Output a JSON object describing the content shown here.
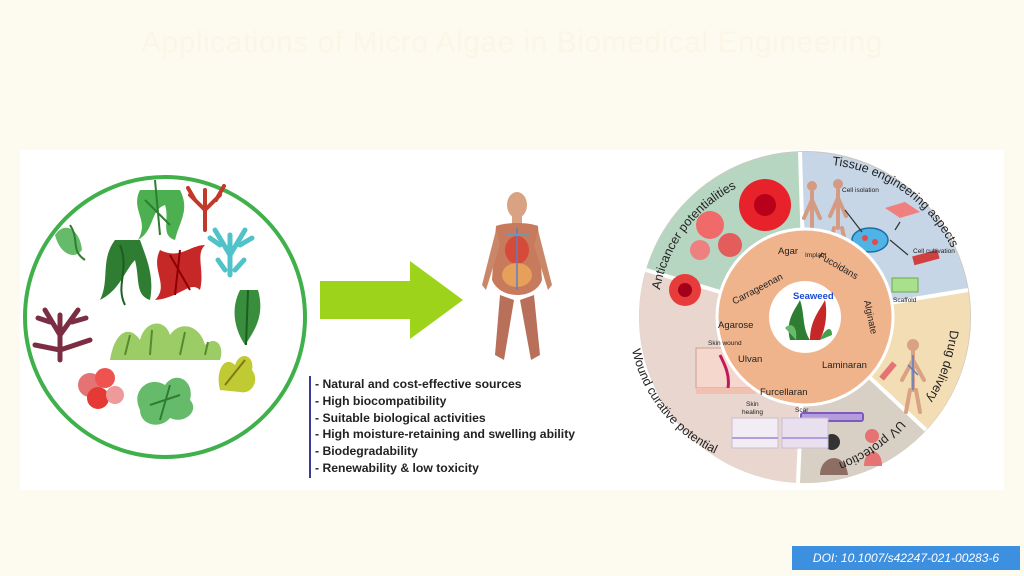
{
  "slide": {
    "title": "Applications of Micro Algae in Biomedical Engineering",
    "doi": "DOI: 10.1007/s42247-021-00283-6"
  },
  "properties": [
    "- Natural and cost-effective sources",
    "- High biocompatibility",
    "- Suitable biological activities",
    "- High moisture-retaining and swelling ability",
    "- Biodegradability",
    "- Renewability & low toxicity"
  ],
  "wheel": {
    "center_label": "Seaweed",
    "polysaccharides": {
      "agar": "Agar",
      "fucoidans": "Fucoidans",
      "carrageenan": "Carrageenan",
      "alginate": "Alginate",
      "agarose": "Agarose",
      "ulvan": "Ulvan",
      "laminaran": "Laminaran",
      "furcellaran": "Furcellaran"
    },
    "segments": {
      "anticancer": "Anticancer potentialities",
      "tissue": "Tissue engineering aspects",
      "drug": "Drug delivery",
      "uv": "UV protection",
      "wound": "Wound curative potential"
    },
    "labels": {
      "implant": "Implant",
      "cell_isolation": "Cell isolation",
      "cell_cultivation": "Cell cultivation",
      "scaffold": "Scaffold",
      "skin_wound": "Skin wound",
      "skin": "Skin",
      "healing": "healing",
      "scar": "Scar"
    }
  },
  "colors": {
    "circle_border": "#3fb04a",
    "arrow": "#9ed31c",
    "inner_ring": "#efb48c",
    "doi_badge": "#3d8fe0"
  }
}
